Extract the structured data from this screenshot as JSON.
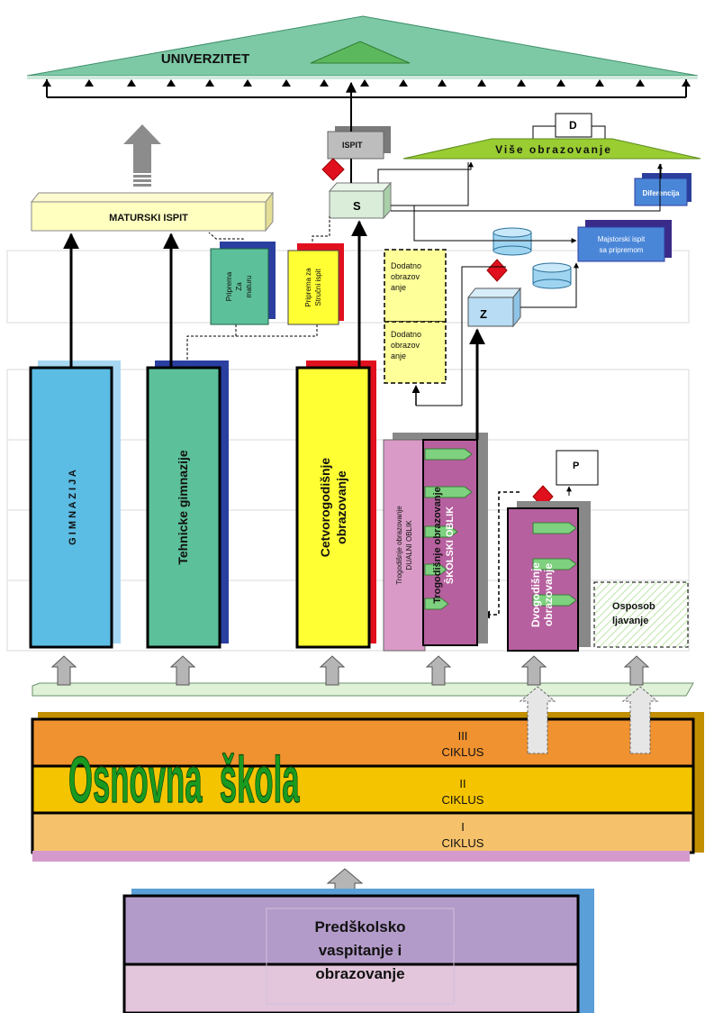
{
  "roof": {
    "title": "UNIVERZITET"
  },
  "upper": {
    "ispit": "ISPIT",
    "d_label": "D",
    "vise": "Više obrazovanje",
    "s_label": "S",
    "diferencija": "Diferencija",
    "maturski": "MATURSKI ISPIT",
    "majstorski_line1": "Majstorski ispit",
    "majstorski_line2": "sa pripremom",
    "z_label": "Z",
    "p_label": "P"
  },
  "prep": {
    "matura_lines": [
      "Priprema",
      "Za",
      "maturu"
    ],
    "strucni_lines": [
      "Priprema za",
      "Stručni ispit"
    ],
    "dodatno1_lines": [
      "Dodatno",
      "obrazov",
      "anje"
    ],
    "dodatno2_lines": [
      "Dodatno",
      "obrazov",
      "anje"
    ]
  },
  "schools": {
    "gimnazija": "G I M N A Z I J A",
    "tehnicke": "Tehnicke gimnazije",
    "cetvoro_line1": "Cetvorogodišnje",
    "cetvoro_line2": "obrazovanje",
    "trog_dual_line1": "Trogodišnje obrazovanje",
    "trog_dual_line2": "DUALNI OBLIK",
    "trog_skol_line1": "Trogodišnje obrazovanje",
    "trog_skol_line2": "ŠKOLSKI OBLIK",
    "dvog_line1": "Dvogodišnje",
    "dvog_line2": "obrazovanje",
    "osposob_line1": "Osposob",
    "osposob_line2": "ljavanje"
  },
  "osnovna": {
    "title": "Osnovna  škola",
    "ciklus3_roman": "III",
    "ciklus2_roman": "II",
    "ciklus1_roman": "I",
    "ciklus_word": "CIKLUS"
  },
  "predskolsko": {
    "lines": [
      "Predškolsko",
      "vaspitanje i",
      "obrazovanje"
    ]
  },
  "colors": {
    "univerzitet": "#7dc9a6",
    "gimnazija": "#5bbce4",
    "tehnicke": "#5cc09a",
    "cetvoro": "#ffff33",
    "trogodisnje": "#b7609f",
    "ciklus3": "#f0922f",
    "ciklus2": "#f5c400",
    "ciklus1": "#f5c26b",
    "predskolsko": "#b39bc9"
  }
}
